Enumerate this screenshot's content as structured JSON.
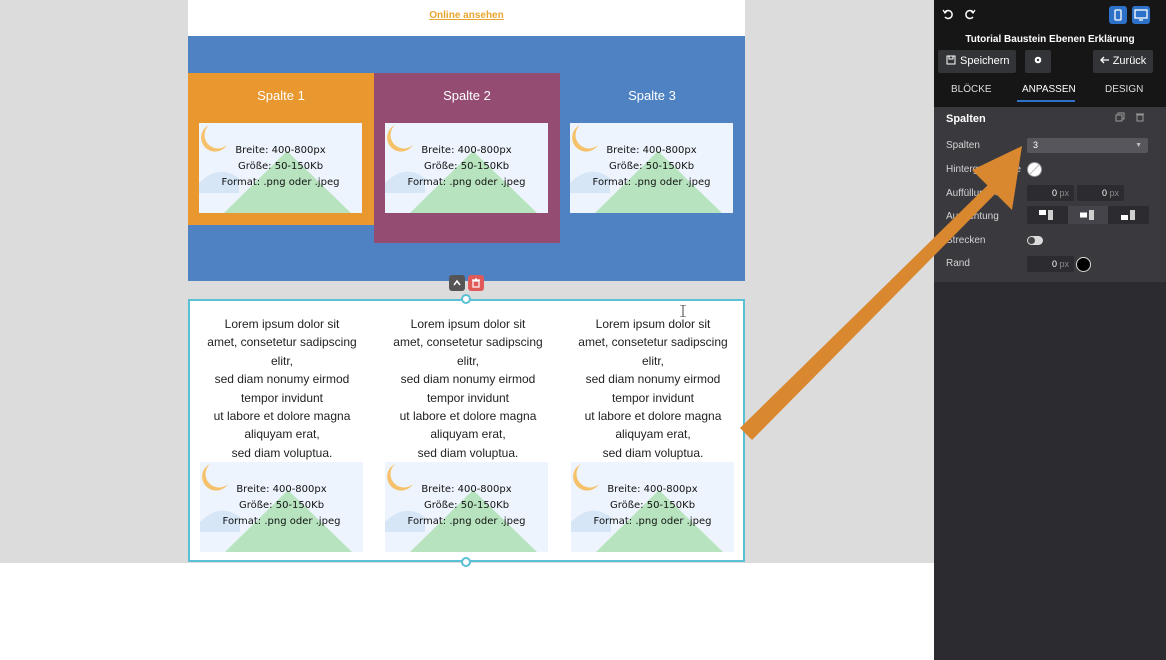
{
  "editor": {
    "online_link": "Online ansehen",
    "columns": [
      {
        "title": "Spalte 1"
      },
      {
        "title": "Spalte 2"
      },
      {
        "title": "Spalte 3"
      }
    ],
    "image_placeholder": {
      "line1": "Breite: 400-800px",
      "line2": "Größe: 50-150Kb",
      "line3": "Format: .png oder .jpeg"
    },
    "text_block": [
      "Lorem ipsum dolor sit",
      "amet, consetetur sadipscing",
      "elitr,",
      "sed diam nonumy eirmod",
      "tempor invidunt",
      "ut labore et dolore magna",
      "aliquyam erat,",
      "sed diam voluptua."
    ],
    "toolbar": {
      "up_icon": "chevron-up-icon",
      "delete_icon": "trash-icon"
    }
  },
  "sidebar": {
    "title": "Tutorial Baustein Ebenen Erklärung",
    "save_label": "Speichern",
    "back_label": "Zurück",
    "tabs": [
      {
        "label": "BLÖCKE"
      },
      {
        "label": "ANPASSEN"
      },
      {
        "label": "DESIGN"
      }
    ],
    "active_tab": "ANPASSEN",
    "panel": {
      "title": "Spalten",
      "rows": {
        "spalten_label": "Spalten",
        "spalten_value": "3",
        "hintergrund_label": "Hintergrundfarbe",
        "auffuellung_label": "Auffüllung ↔",
        "auffuellung_left": "0",
        "auffuellung_right": "0",
        "unit": "px",
        "ausrichtung_label": "Ausrichtung",
        "strecken_label": "Strecken",
        "rand_label": "Rand",
        "rand_value": "0"
      }
    }
  },
  "colors": {
    "block_blue": "#4e82c3",
    "orange": "#e9972f",
    "purple": "#944c72",
    "link": "#e8a52e",
    "selection": "#5bc0d6",
    "accent": "#2d72c8",
    "arrow": "#d98830"
  }
}
